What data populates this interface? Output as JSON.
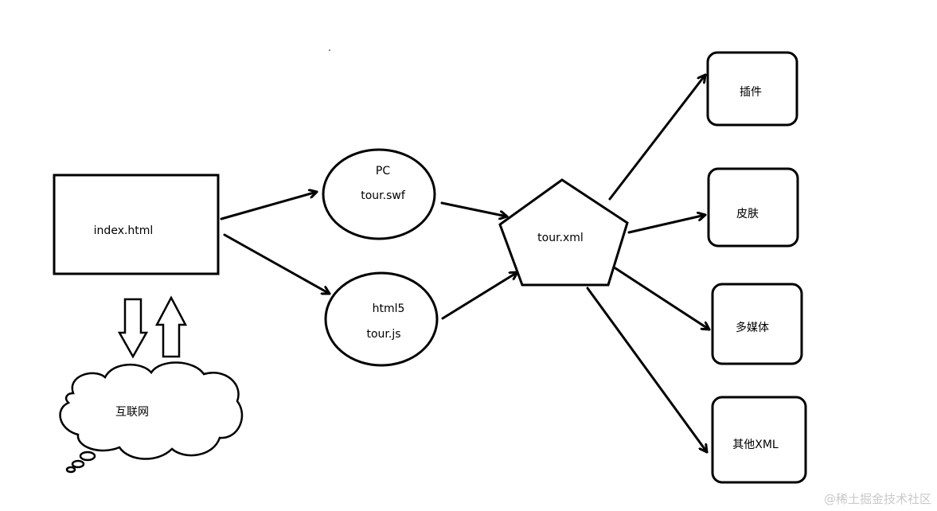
{
  "nodes": {
    "index": {
      "label": "index.html"
    },
    "internet": {
      "label": "互联网"
    },
    "pc": {
      "line1": "PC",
      "line2": "tour.swf"
    },
    "html5": {
      "line1": "html5",
      "line2": "tour.js"
    },
    "xml": {
      "label": "tour.xml"
    },
    "plugin": {
      "label": "插件"
    },
    "skin": {
      "label": "皮肤"
    },
    "media": {
      "label": "多媒体"
    },
    "other": {
      "label": "其他XML"
    }
  },
  "watermark": "@稀土掘金技术社区",
  "colors": {
    "stroke": "#000000",
    "background": "#ffffff",
    "watermark": "#c9c9c9"
  }
}
